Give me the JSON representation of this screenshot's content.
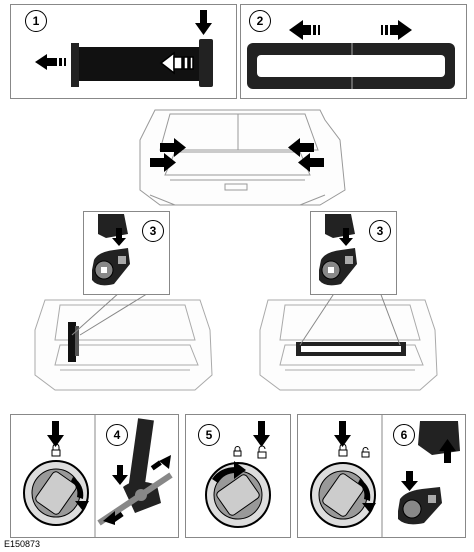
{
  "steps": [
    "1",
    "2",
    "3",
    "3",
    "4",
    "5",
    "6"
  ],
  "figure_code": "E150873"
}
